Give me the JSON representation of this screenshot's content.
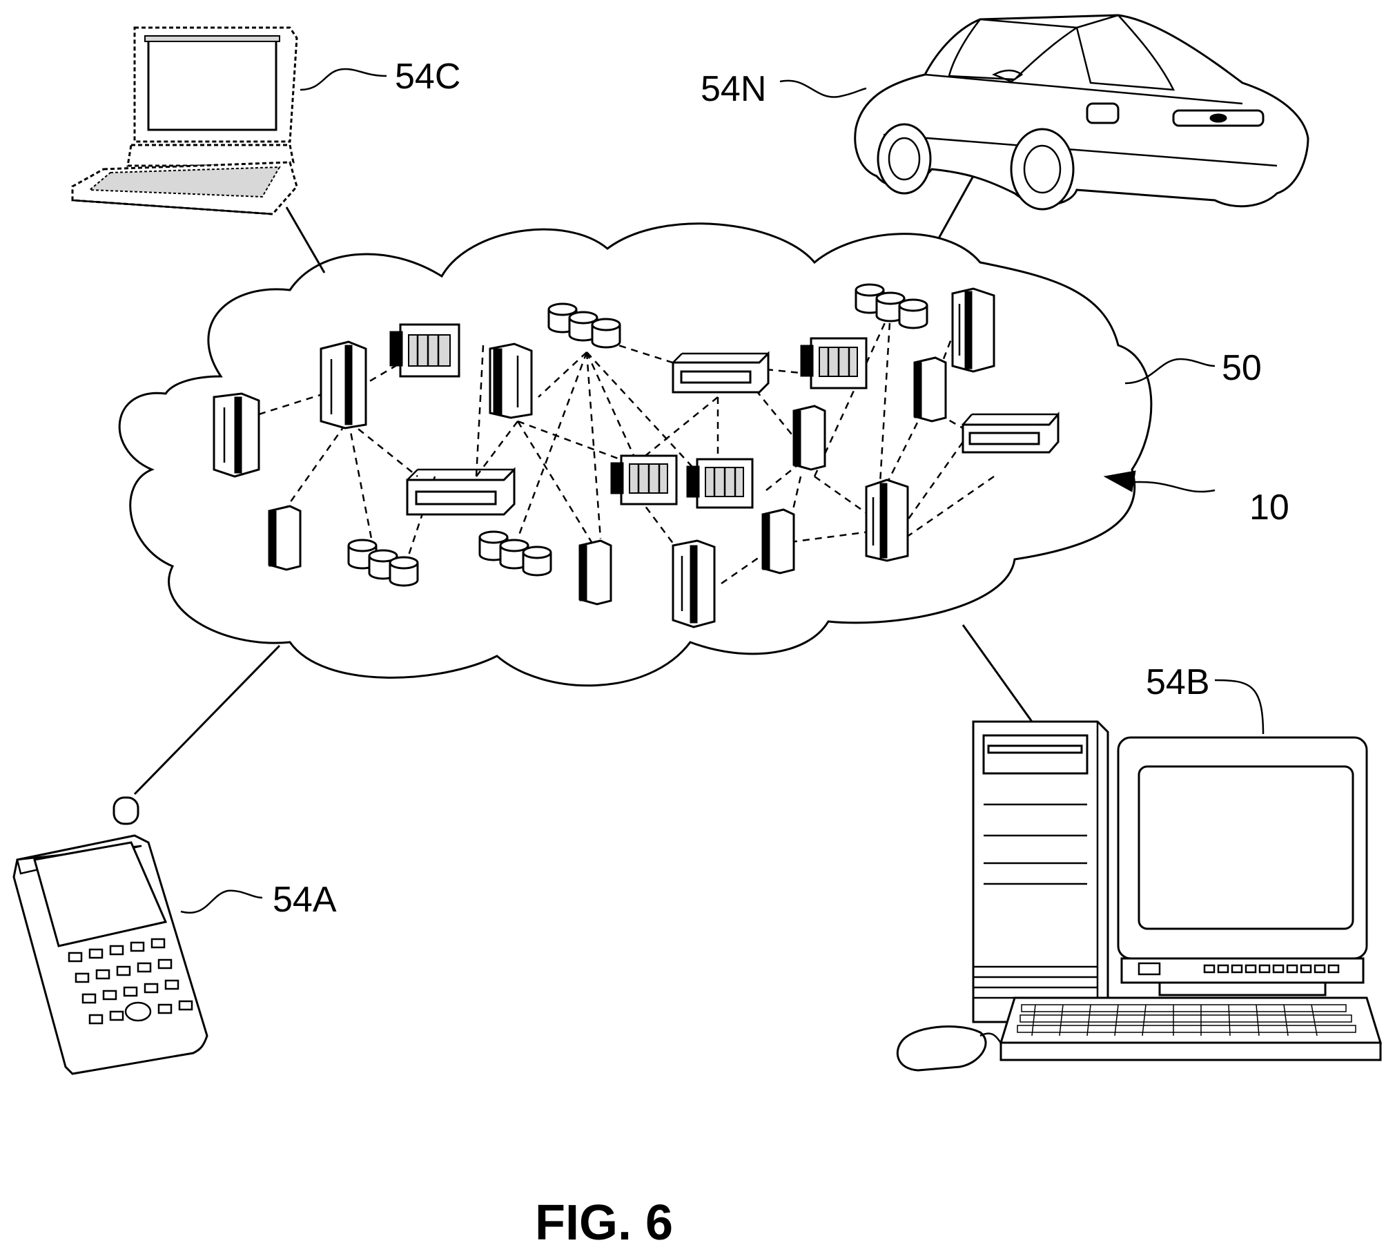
{
  "figure": {
    "caption": "FIG. 6",
    "labels": {
      "laptop": "54C",
      "car": "54N",
      "cloud": "50",
      "nodes": "10",
      "phone": "54A",
      "desktop": "54B"
    }
  }
}
